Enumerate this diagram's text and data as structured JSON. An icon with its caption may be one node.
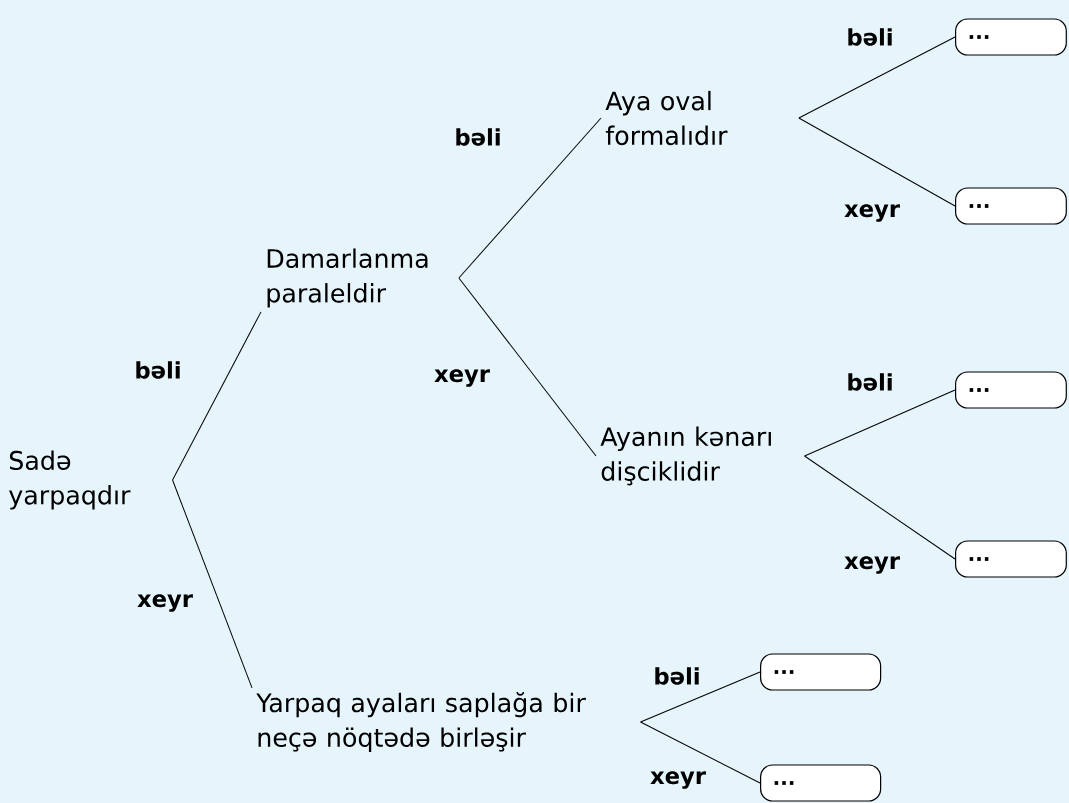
{
  "diagram": {
    "nodes": [
      {
        "text": [
          "Sadə yarpaqdır"
        ]
      },
      {
        "text": [
          "Damarlanma paraleldir"
        ]
      },
      {
        "text": [
          "Aya oval formalıdır"
        ]
      },
      {
        "text": [
          "..."
        ]
      },
      {
        "text": [
          "..."
        ]
      },
      {
        "text": [
          "Ayanın kənarı dişciklidir"
        ]
      },
      {
        "text": [
          "..."
        ]
      },
      {
        "text": [
          "..."
        ]
      },
      {
        "text": [
          "Yarpaq ayaları saplağa bir neçə nöqtədə birləşir"
        ]
      },
      {
        "text": [
          "..."
        ]
      },
      {
        "text": [
          "..."
        ]
      }
    ],
    "edges": [
      {
        "from": 0,
        "to": 1,
        "arrow": "none",
        "label": "bəli"
      },
      {
        "from": 0,
        "to": 8,
        "arrow": "none",
        "label": "xeyr"
      },
      {
        "from": 1,
        "to": 2,
        "arrow": "none",
        "label": "bəli"
      },
      {
        "from": 1,
        "to": 5,
        "arrow": "none",
        "label": "xeyr"
      },
      {
        "from": 2,
        "to": 3,
        "arrow": "none",
        "label": "bəli"
      },
      {
        "from": 2,
        "to": 4,
        "arrow": "none",
        "label": "xeyr"
      },
      {
        "from": 5,
        "to": 6,
        "arrow": "none",
        "label": "bəli"
      },
      {
        "from": 5,
        "to": 7,
        "arrow": "none",
        "label": "xeyr"
      },
      {
        "from": 8,
        "to": 9,
        "arrow": "none",
        "label": "bəli"
      },
      {
        "from": 8,
        "to": 10,
        "arrow": "none",
        "label": "xeyr"
      }
    ]
  }
}
